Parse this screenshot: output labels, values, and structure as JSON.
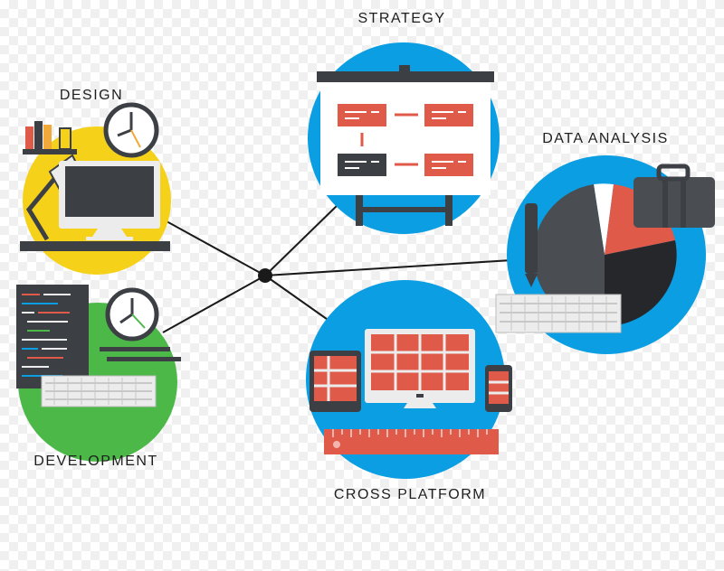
{
  "labels": {
    "strategy": "STRATEGY",
    "design": "DESIGN",
    "data_analysis": "DATA ANALYSIS",
    "development": "DEVELOPMENT",
    "cross_platform": "CROSS PLATFORM"
  },
  "colors": {
    "blue": "#0b9ee2",
    "yellow": "#f5d11a",
    "green": "#4cb848",
    "dark": "#3c3f44",
    "red": "#e05a4a",
    "light": "#ececec"
  }
}
